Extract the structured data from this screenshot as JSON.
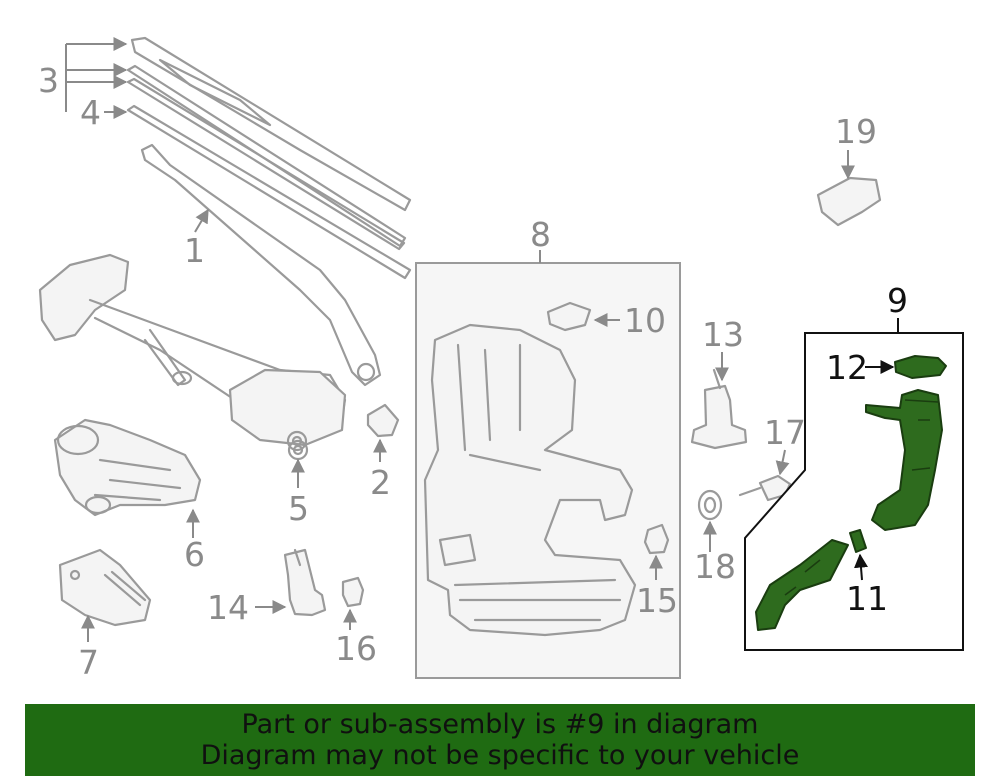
{
  "callouts": {
    "c1": "1",
    "c2": "2",
    "c3": "3",
    "c4": "4",
    "c5": "5",
    "c6": "6",
    "c7": "7",
    "c8": "8",
    "c9": "9",
    "c10": "10",
    "c11": "11",
    "c12": "12",
    "c13": "13",
    "c14": "14",
    "c15": "15",
    "c16": "16",
    "c17": "17",
    "c18": "18",
    "c19": "19"
  },
  "highlight": {
    "part_number": "9",
    "color": "#2e6b1e"
  },
  "banner": {
    "line1": "Part or sub-assembly is #9 in diagram",
    "line2": "Diagram may not be specific to your vehicle",
    "background": "#1f6b12"
  }
}
